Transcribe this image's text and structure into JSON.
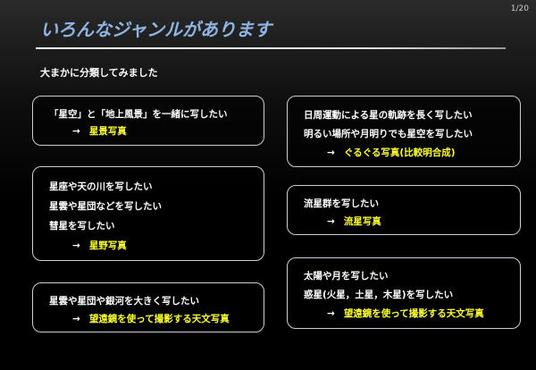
{
  "slide_number": "1/20",
  "title": "いろんなジャンルがあります",
  "subtitle": "大まかに分類してみました",
  "arrow": "→",
  "boxes": {
    "landscape": {
      "lines": [
        "「星空」と「地上風景」を一緒に写したい"
      ],
      "result": "星景写真"
    },
    "star_field": {
      "lines": [
        "星座や天の川を写したい",
        "星雲や星団などを写したい",
        "彗星を写したい"
      ],
      "result": "星野写真"
    },
    "telescope_left": {
      "lines": [
        "星雲や星団や銀河を大きく写したい"
      ],
      "result": "望遠鏡を使って撮影する天文写真"
    },
    "star_trails": {
      "lines": [
        "日周運動による星の軌跡を長く写したい",
        "明るい場所や月明りでも星空を写したい"
      ],
      "result": "ぐるぐる写真(比較明合成)"
    },
    "meteor": {
      "lines": [
        "流星群を写したい"
      ],
      "result": "流星写真"
    },
    "planets": {
      "lines": [
        "太陽や月を写したい",
        "惑星(火星，土星，木星)を写したい"
      ],
      "result": "望遠鏡を使って撮影する天文写真"
    }
  }
}
